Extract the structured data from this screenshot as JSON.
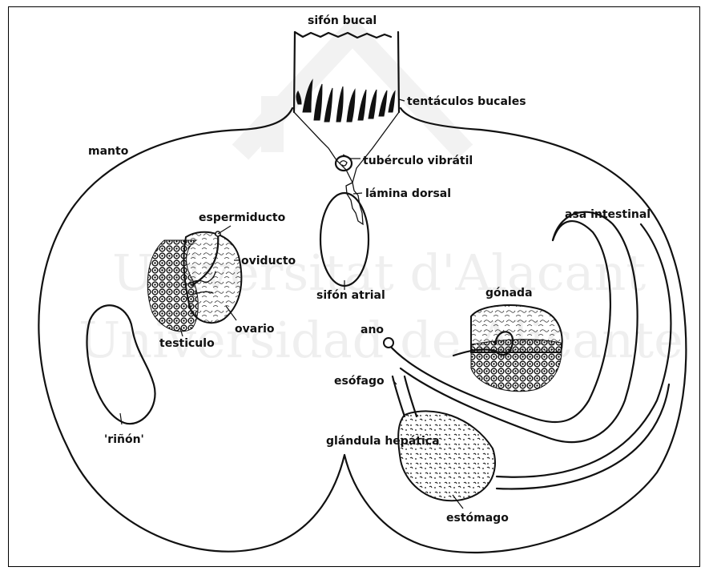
{
  "watermark": {
    "line1": "Universitat d'Alacant",
    "line2": "Universidad de Alicante"
  },
  "labels": {
    "sifon_bucal": "sifón bucal",
    "tentaculos_bucales": "tentáculos bucales",
    "manto": "manto",
    "tuberculo_vibratil": "tubérculo vibrátil",
    "lamina_dorsal": "lámina dorsal",
    "espermiducto": "espermiducto",
    "asa_intestinal": "asa intestinal",
    "oviducto": "oviducto",
    "sifon_atrial": "sifón atrial",
    "gonada": "gónada",
    "ovario": "ovario",
    "ano": "ano",
    "testiculo": "testiculo",
    "esofago": "esófago",
    "rinon": "'riñón'",
    "glandula_hepatica": "glándula hepática",
    "estomago": "estómago"
  },
  "colors": {
    "ink": "#111111",
    "background": "#ffffff"
  }
}
